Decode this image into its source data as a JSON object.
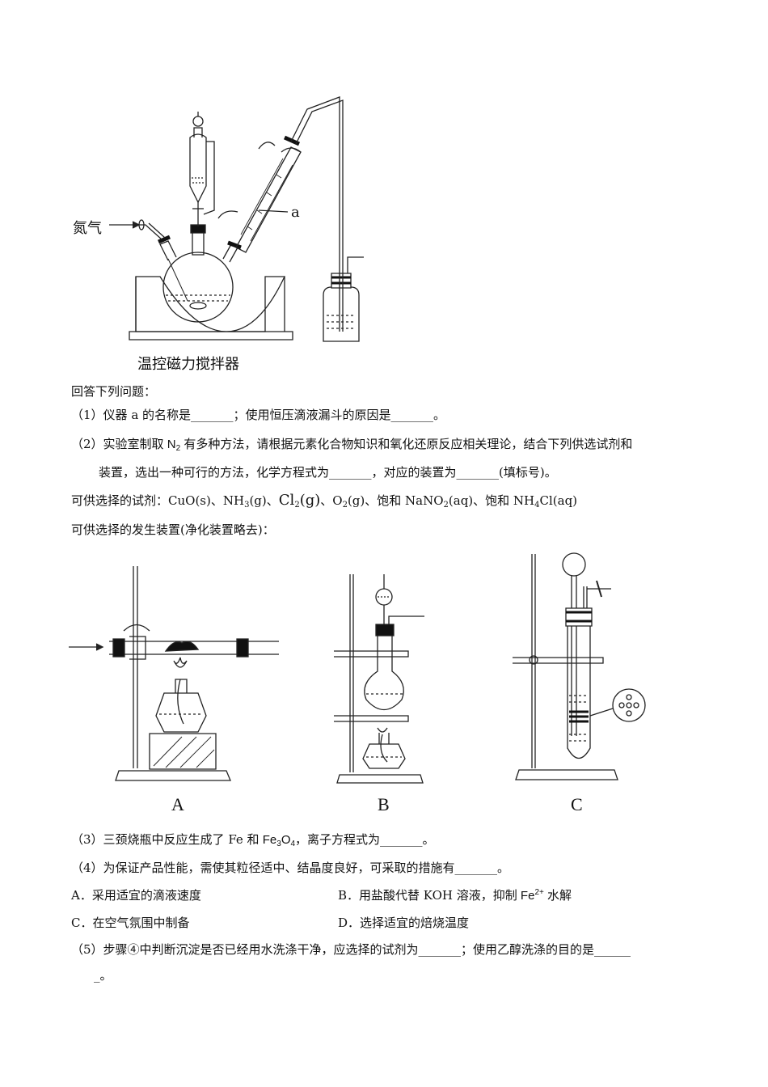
{
  "figure1": {
    "label_nitrogen": "氮气",
    "label_a": "a",
    "caption": "温控磁力搅拌器"
  },
  "intro": "回答下列问题：",
  "q1": {
    "number": "（1）",
    "text": "仪器 a 的名称是_______；使用恒压滴液漏斗的原因是_______。"
  },
  "q2": {
    "number": "（2）",
    "part1": "实验室制取",
    "n2_main": "N",
    "n2_sub": "2",
    "part2": "有多种方法，请根据元素化合物知识和氧化还原反应相关理论，结合下列供选试剂和",
    "line2": "装置，选出一种可行的方法，化学方程式为_______，对应的装置为_______(填标号)。"
  },
  "reagents": {
    "prefix": "可供选择的试剂：",
    "items": [
      "CuO(s)",
      "、NH",
      "3",
      "(g)",
      "、",
      "Cl",
      "2",
      "(g)",
      "、O",
      "2",
      "(g)",
      "、饱和 NaNO",
      "2",
      "(aq)",
      "、饱和 NH",
      "4",
      "Cl(aq)"
    ]
  },
  "devices_intro": "可供选择的发生装置(净化装置略去)：",
  "device_labels": [
    "A",
    "B",
    "C"
  ],
  "q3": {
    "number": "（3）",
    "part1": "三颈烧瓶中反应生成了 Fe 和",
    "fe_main": "Fe",
    "fe_sub1": "3",
    "o_main": "O",
    "fe_sub2": "4",
    "part2": "，离子方程式为_______。"
  },
  "q4": {
    "number": "（4）",
    "text": "为保证产品性能，需使其粒径适中、结晶度良好，可采取的措施有_______。",
    "options": {
      "A": "A．采用适宜的滴液速度",
      "B_pre": "B．用盐酸代替 KOH 溶液，抑制",
      "B_ion": "Fe",
      "B_charge": "2+",
      "B_post": "水解",
      "C": "C．在空气氛围中制备",
      "D": "D．选择适宜的焙烧温度"
    }
  },
  "q5": {
    "number": "（5）",
    "line1": "步骤④中判断沉淀是否已经用水洗涤干净，应选择的试剂为_______；使用乙醇洗涤的目的是______",
    "line2": "_。"
  }
}
